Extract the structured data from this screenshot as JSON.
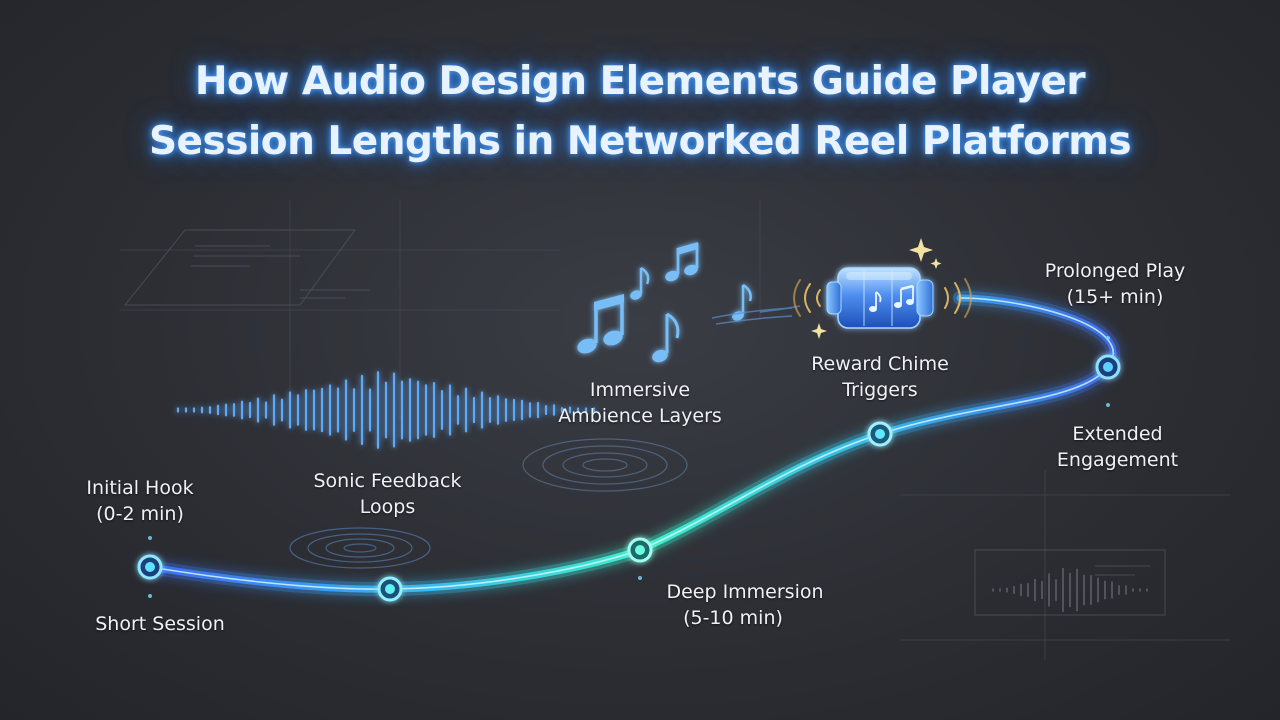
{
  "title": {
    "line1": "How Audio Design Elements Guide Player",
    "line2": "Session Lengths in Networked Reel Platforms"
  },
  "stages": {
    "initial_hook": {
      "line1": "Initial Hook",
      "line2": "(0-2 min)"
    },
    "short_session": "Short Session",
    "sonic_feedback": {
      "line1": "Sonic Feedback",
      "line2": "Loops"
    },
    "immersive_ambience": {
      "line1": "Immersive",
      "line2": "Ambience Layers"
    },
    "deep_immersion": {
      "line1": "Deep Immersion",
      "line2": "(5-10 min)"
    },
    "reward_chime": {
      "line1": "Reward Chime",
      "line2": "Triggers"
    },
    "extended_engagement": {
      "line1": "Extended",
      "line2": "Engagement"
    },
    "prolonged_play": {
      "line1": "Prolonged Play",
      "line2": "(15+ min)"
    }
  },
  "icons": [
    "waveform-icon",
    "music-notes-icon",
    "reel-cylinder-icon",
    "sparkle-icon",
    "ripple-rings-icon"
  ],
  "colors": {
    "path_start": "#3d6cf0",
    "path_mid": "#3ef0c8",
    "path_end": "#3f6de6",
    "glow_blue": "#4da3ff",
    "background": "#2e3036"
  }
}
